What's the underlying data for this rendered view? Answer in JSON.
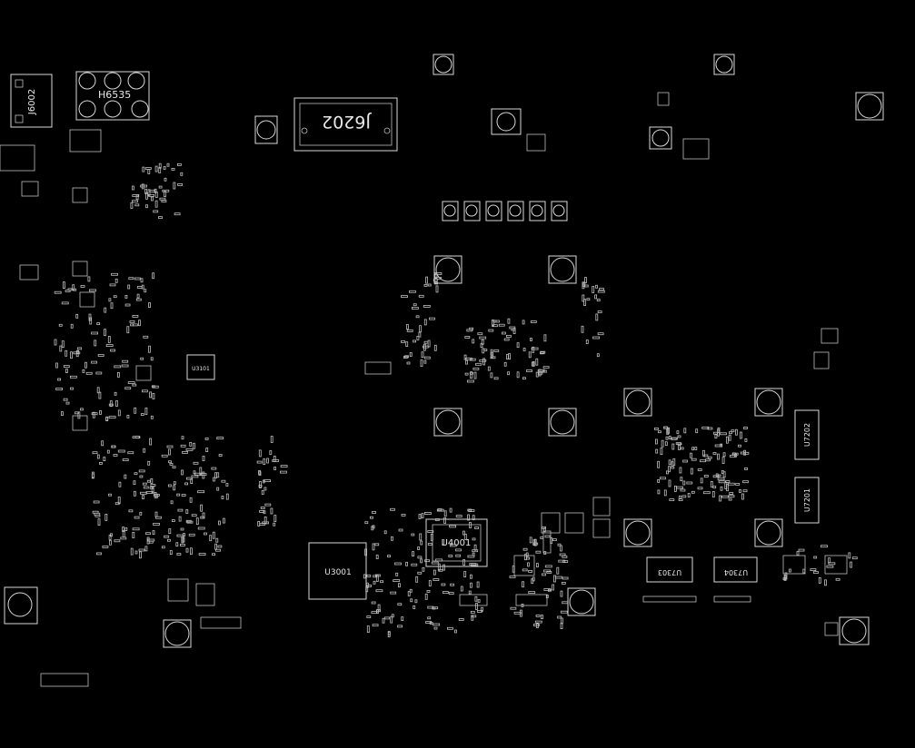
{
  "labels": {
    "h6535": "H6535",
    "j6202": "J6202",
    "j6002": "J6002",
    "u4001": "U4001",
    "u3001": "U3001",
    "u7202": "U7202",
    "u7201": "U7201",
    "u7304": "U7304",
    "u7303": "U7303",
    "u3101": "U3101"
  },
  "colors": {
    "background": "#000000",
    "silkscreen": "#d8d8d8"
  }
}
